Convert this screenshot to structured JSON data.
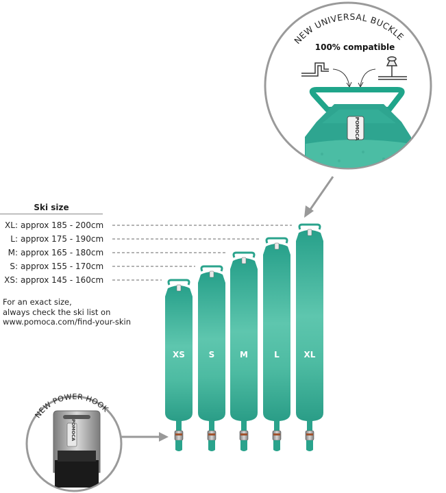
{
  "buckle_callout": {
    "title": "NEW UNIVERSAL BUCKLE",
    "subtitle": "100% compatible",
    "logo_text": "POMOCA"
  },
  "hook_callout": {
    "title": "NEW POWER HOOK",
    "logo_text": "POMOCA"
  },
  "size_table": {
    "heading": "Ski size",
    "rows": [
      {
        "label": "XL:",
        "range": "approx 185 - 200cm"
      },
      {
        "label": "L:",
        "range": "approx 175 - 190cm"
      },
      {
        "label": "M:",
        "range": "approx 165 - 180cm"
      },
      {
        "label": "S:",
        "range": "approx 155 - 170cm"
      },
      {
        "label": "XS:",
        "range": "approx 145 - 160cm"
      }
    ]
  },
  "note": {
    "line1": "For an exact size,",
    "line2": "always check the ski list on",
    "line3": "www.pomoca.com/find-your-skin"
  },
  "skins": [
    {
      "label": "XS"
    },
    {
      "label": "S"
    },
    {
      "label": "M"
    },
    {
      "label": "L"
    },
    {
      "label": "XL"
    }
  ],
  "colors": {
    "skin_top": "#2fa58f",
    "skin_mid": "#5fc4ad",
    "skin_bottom": "#2fa58f",
    "outline": "#999999",
    "dashed": "#666666"
  }
}
